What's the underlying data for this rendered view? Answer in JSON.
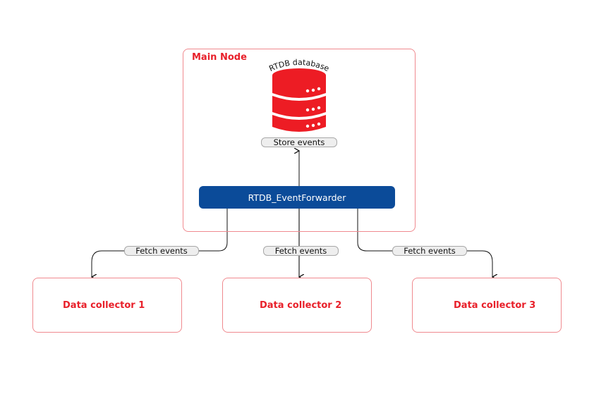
{
  "main_node": {
    "title": "Main Node",
    "database": {
      "label": "RTDB database",
      "icon": "database-icon",
      "color": "#ed1c24"
    },
    "store_label": "Store events",
    "forwarder": {
      "label": "RTDB_EventForwarder",
      "color": "#0b4b99"
    }
  },
  "connections": [
    {
      "label": "Fetch events",
      "target": "Data collector 1"
    },
    {
      "label": "Fetch events",
      "target": "Data collector 2"
    },
    {
      "label": "Fetch events",
      "target": "Data collector 3"
    }
  ],
  "collectors": [
    {
      "label": "Data collector 1"
    },
    {
      "label": "Data collector 2"
    },
    {
      "label": "Data collector 3"
    }
  ],
  "colors": {
    "accent_red": "#e8202a",
    "border_red": "#f08a8f",
    "pill_bg": "#eeeeee"
  }
}
